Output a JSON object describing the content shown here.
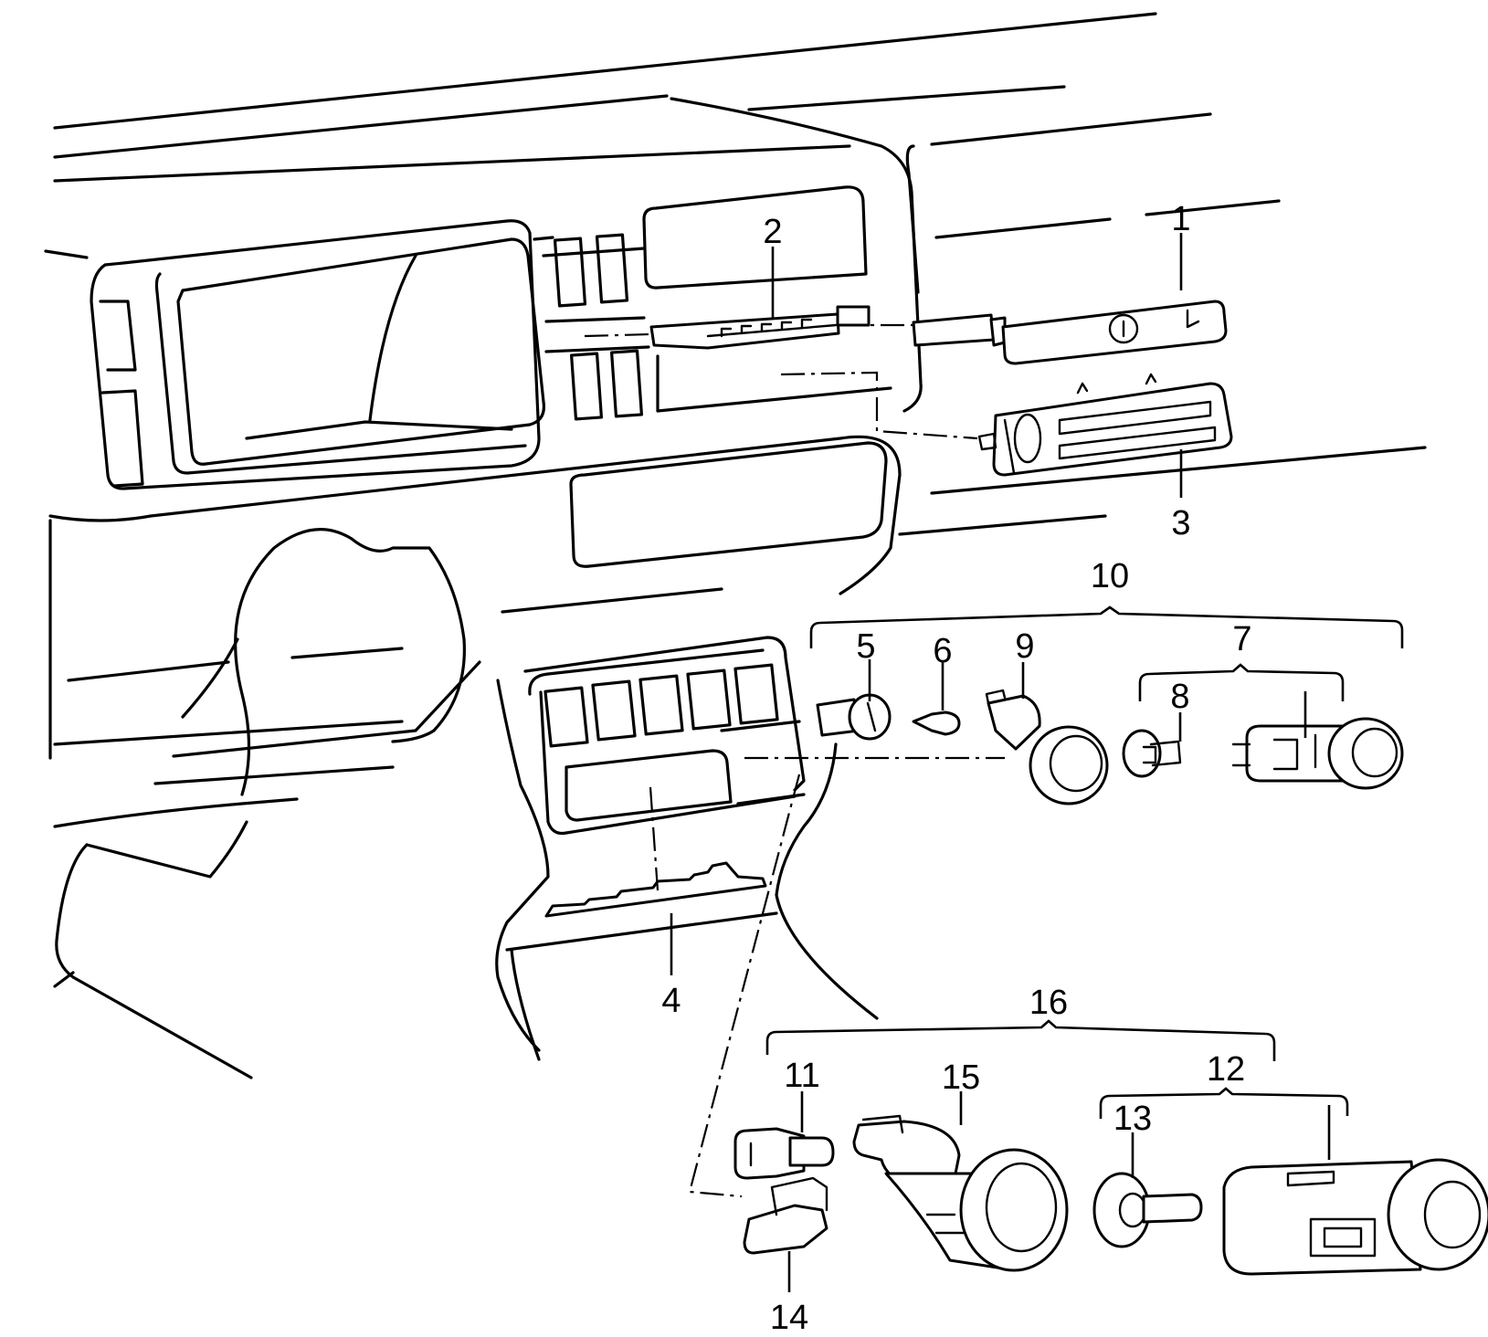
{
  "callouts": [
    {
      "id": "1",
      "label": "1"
    },
    {
      "id": "2",
      "label": "2"
    },
    {
      "id": "3",
      "label": "3"
    },
    {
      "id": "4",
      "label": "4"
    },
    {
      "id": "5",
      "label": "5"
    },
    {
      "id": "6",
      "label": "6"
    },
    {
      "id": "7",
      "label": "7"
    },
    {
      "id": "8",
      "label": "8"
    },
    {
      "id": "9",
      "label": "9"
    },
    {
      "id": "10",
      "label": "10"
    },
    {
      "id": "11",
      "label": "11"
    },
    {
      "id": "12",
      "label": "12"
    },
    {
      "id": "13",
      "label": "13"
    },
    {
      "id": "14",
      "label": "14"
    },
    {
      "id": "15",
      "label": "15"
    },
    {
      "id": "16",
      "label": "16"
    }
  ],
  "colors": {
    "ink": "#000000",
    "paper": "#ffffff"
  }
}
